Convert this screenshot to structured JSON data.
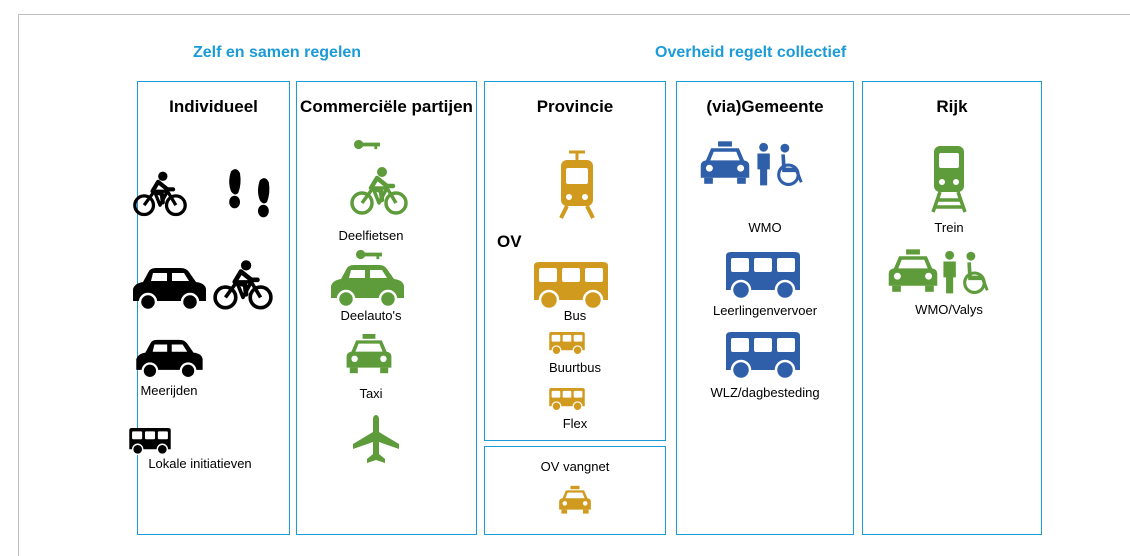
{
  "sections": {
    "left": "Zelf en samen regelen",
    "right": "Overheid regelt collectief"
  },
  "columns": {
    "individueel": {
      "title": "Individueel",
      "items": [
        "Meerijden",
        "Lokale initiatieven"
      ]
    },
    "commercieel": {
      "title": "Commerciële partijen",
      "items": [
        "Deelfietsen",
        "Deelauto's",
        "Taxi"
      ]
    },
    "provincie": {
      "title": "Provincie",
      "ov_label": "OV",
      "items": [
        "Bus",
        "Buurtbus",
        "Flex"
      ]
    },
    "ov_vangnet": {
      "title": "OV vangnet"
    },
    "gemeente": {
      "title": "(via)Gemeente",
      "items": [
        "WMO",
        "Leerlingenvervoer",
        "WLZ/dagbesteding"
      ]
    },
    "rijk": {
      "title": "Rijk",
      "items": [
        "Trein",
        "WMO/Valys"
      ]
    }
  },
  "colors": {
    "accent": "#1b9bd7",
    "black": "#000000",
    "green": "#5e9b3a",
    "gold": "#d09a1e",
    "blue": "#2f5fa8"
  },
  "icons": [
    "bicycle-icon",
    "footsteps-icon",
    "car-icon",
    "ebike-icon",
    "carpool-icon",
    "minibus-icon",
    "shared-bike-icon",
    "shared-car-icon",
    "taxi-icon",
    "airplane-icon",
    "tram-icon",
    "bus-icon",
    "wheelchair-icon",
    "train-icon"
  ]
}
